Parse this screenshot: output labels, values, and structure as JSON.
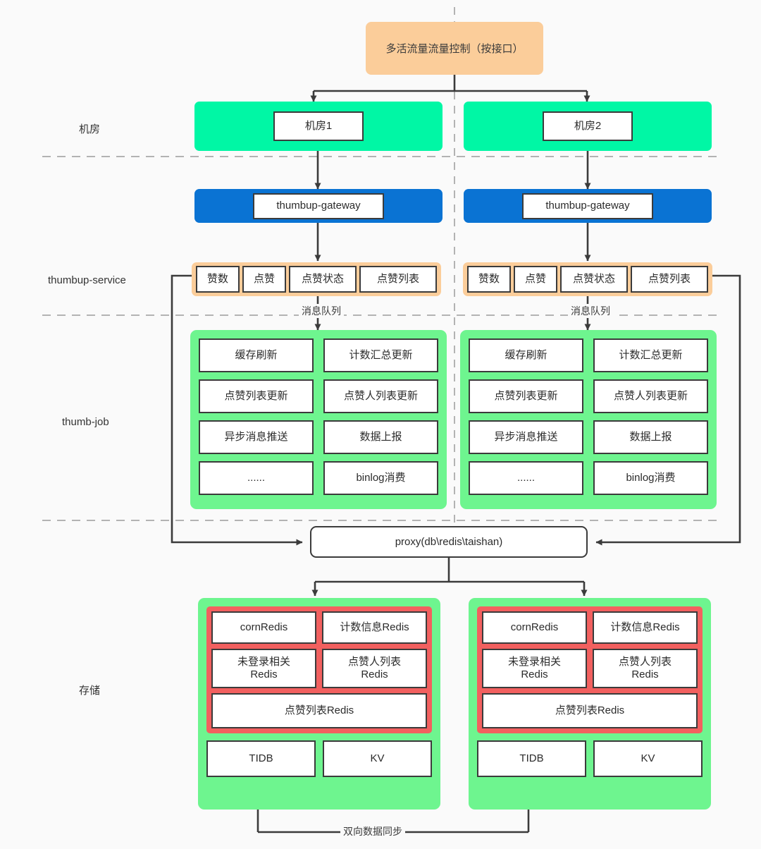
{
  "diagram": {
    "title_box": {
      "label": "多活流量流量控制（按接口）"
    },
    "row_labels": {
      "idc": "机房",
      "service": "thumbup-service",
      "job": "thumb-job",
      "storage": "存储"
    },
    "edge_labels": {
      "mq_left": "消息队列",
      "mq_right": "消息队列",
      "sync": "双向数据同步"
    },
    "idc": [
      {
        "name": "机房1"
      },
      {
        "name": "机房2"
      }
    ],
    "gateways": [
      {
        "label": "thumbup-gateway"
      },
      {
        "label": "thumbup-gateway"
      }
    ],
    "service_cells": [
      [
        "赞数",
        "点赞",
        "点赞状态",
        "点赞列表"
      ],
      [
        "赞数",
        "点赞",
        "点赞状态",
        "点赞列表"
      ]
    ],
    "job_cells": [
      [
        "缓存刷新",
        "计数汇总更新",
        "点赞列表更新",
        "点赞人列表更新",
        "异步消息推送",
        "数据上报",
        "......",
        "binlog消费"
      ],
      [
        "缓存刷新",
        "计数汇总更新",
        "点赞列表更新",
        "点赞人列表更新",
        "异步消息推送",
        "数据上报",
        "......",
        "binlog消费"
      ]
    ],
    "proxy": {
      "label": "proxy(db\\redis\\taishan)"
    },
    "storage": [
      {
        "redis_row1": [
          "cornRedis",
          "计数信息Redis"
        ],
        "redis_row2": [
          "未登录相关\nRedis",
          "点赞人列表\nRedis"
        ],
        "redis_full": "点赞列表Redis",
        "db_row": [
          "TIDB",
          "KV"
        ]
      },
      {
        "redis_row1": [
          "cornRedis",
          "计数信息Redis"
        ],
        "redis_row2": [
          "未登录相关\nRedis",
          "点赞人列表\nRedis"
        ],
        "redis_full": "点赞列表Redis",
        "db_row": [
          "TIDB",
          "KV"
        ]
      }
    ],
    "colors": {
      "background": "#fafafa",
      "control_box": "#fbcd9a",
      "idc_band": "#00f7a5",
      "gateway_band": "#0a73d3",
      "service_strip": "#fbcd9a",
      "job_panel": "#6ef58f",
      "storage_panel": "#6ef58f",
      "redis_group": "#f2605f",
      "box_border": "#3b3b3b",
      "line": "#3b3b3b",
      "divider": "#b3b3b3"
    }
  }
}
